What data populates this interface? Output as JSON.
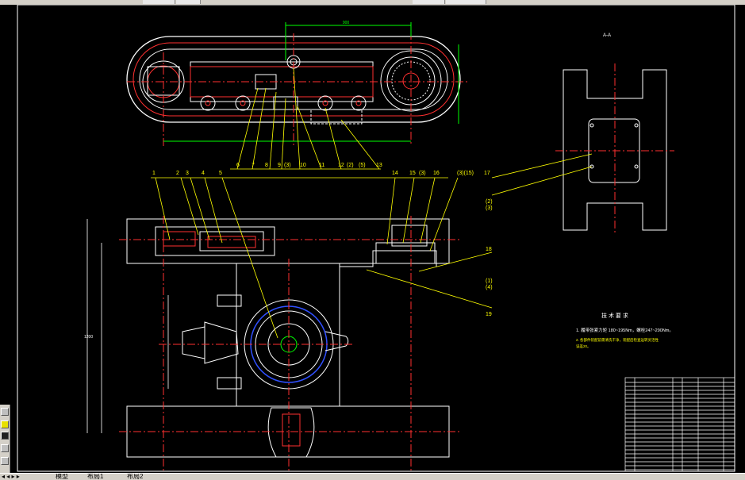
{
  "title_top": "A-A",
  "tech_req": {
    "heading": "技 术 要 求",
    "line1": "1. 履带张紧力矩 180~195Nm，螺栓247~290Nm。",
    "line2": "2. 各部件装配前需清洗干净，装配后检查运转灵活性",
    "line3": "   误差20。"
  },
  "leaders_top": [
    "6",
    "7",
    "8",
    "9",
    "(3)",
    "10",
    "11",
    "12",
    "(2)",
    "(5)",
    "13"
  ],
  "leaders_mid": [
    "1",
    "2",
    "3",
    "4",
    "5",
    "14",
    "15",
    "(3)",
    "16",
    "(3)(15)",
    "17"
  ],
  "leaders_right": [
    "18",
    "19",
    "(2)",
    "(3)",
    "(1)",
    "(4)"
  ],
  "dim_top": "900",
  "dim_side": "1200",
  "tabs": [
    "模型",
    "布局1",
    "布局2"
  ],
  "colors": {
    "accent": "#ff0000",
    "lines": "#ffffff",
    "leaders": "#ffff00",
    "blue": "#3050ff"
  }
}
